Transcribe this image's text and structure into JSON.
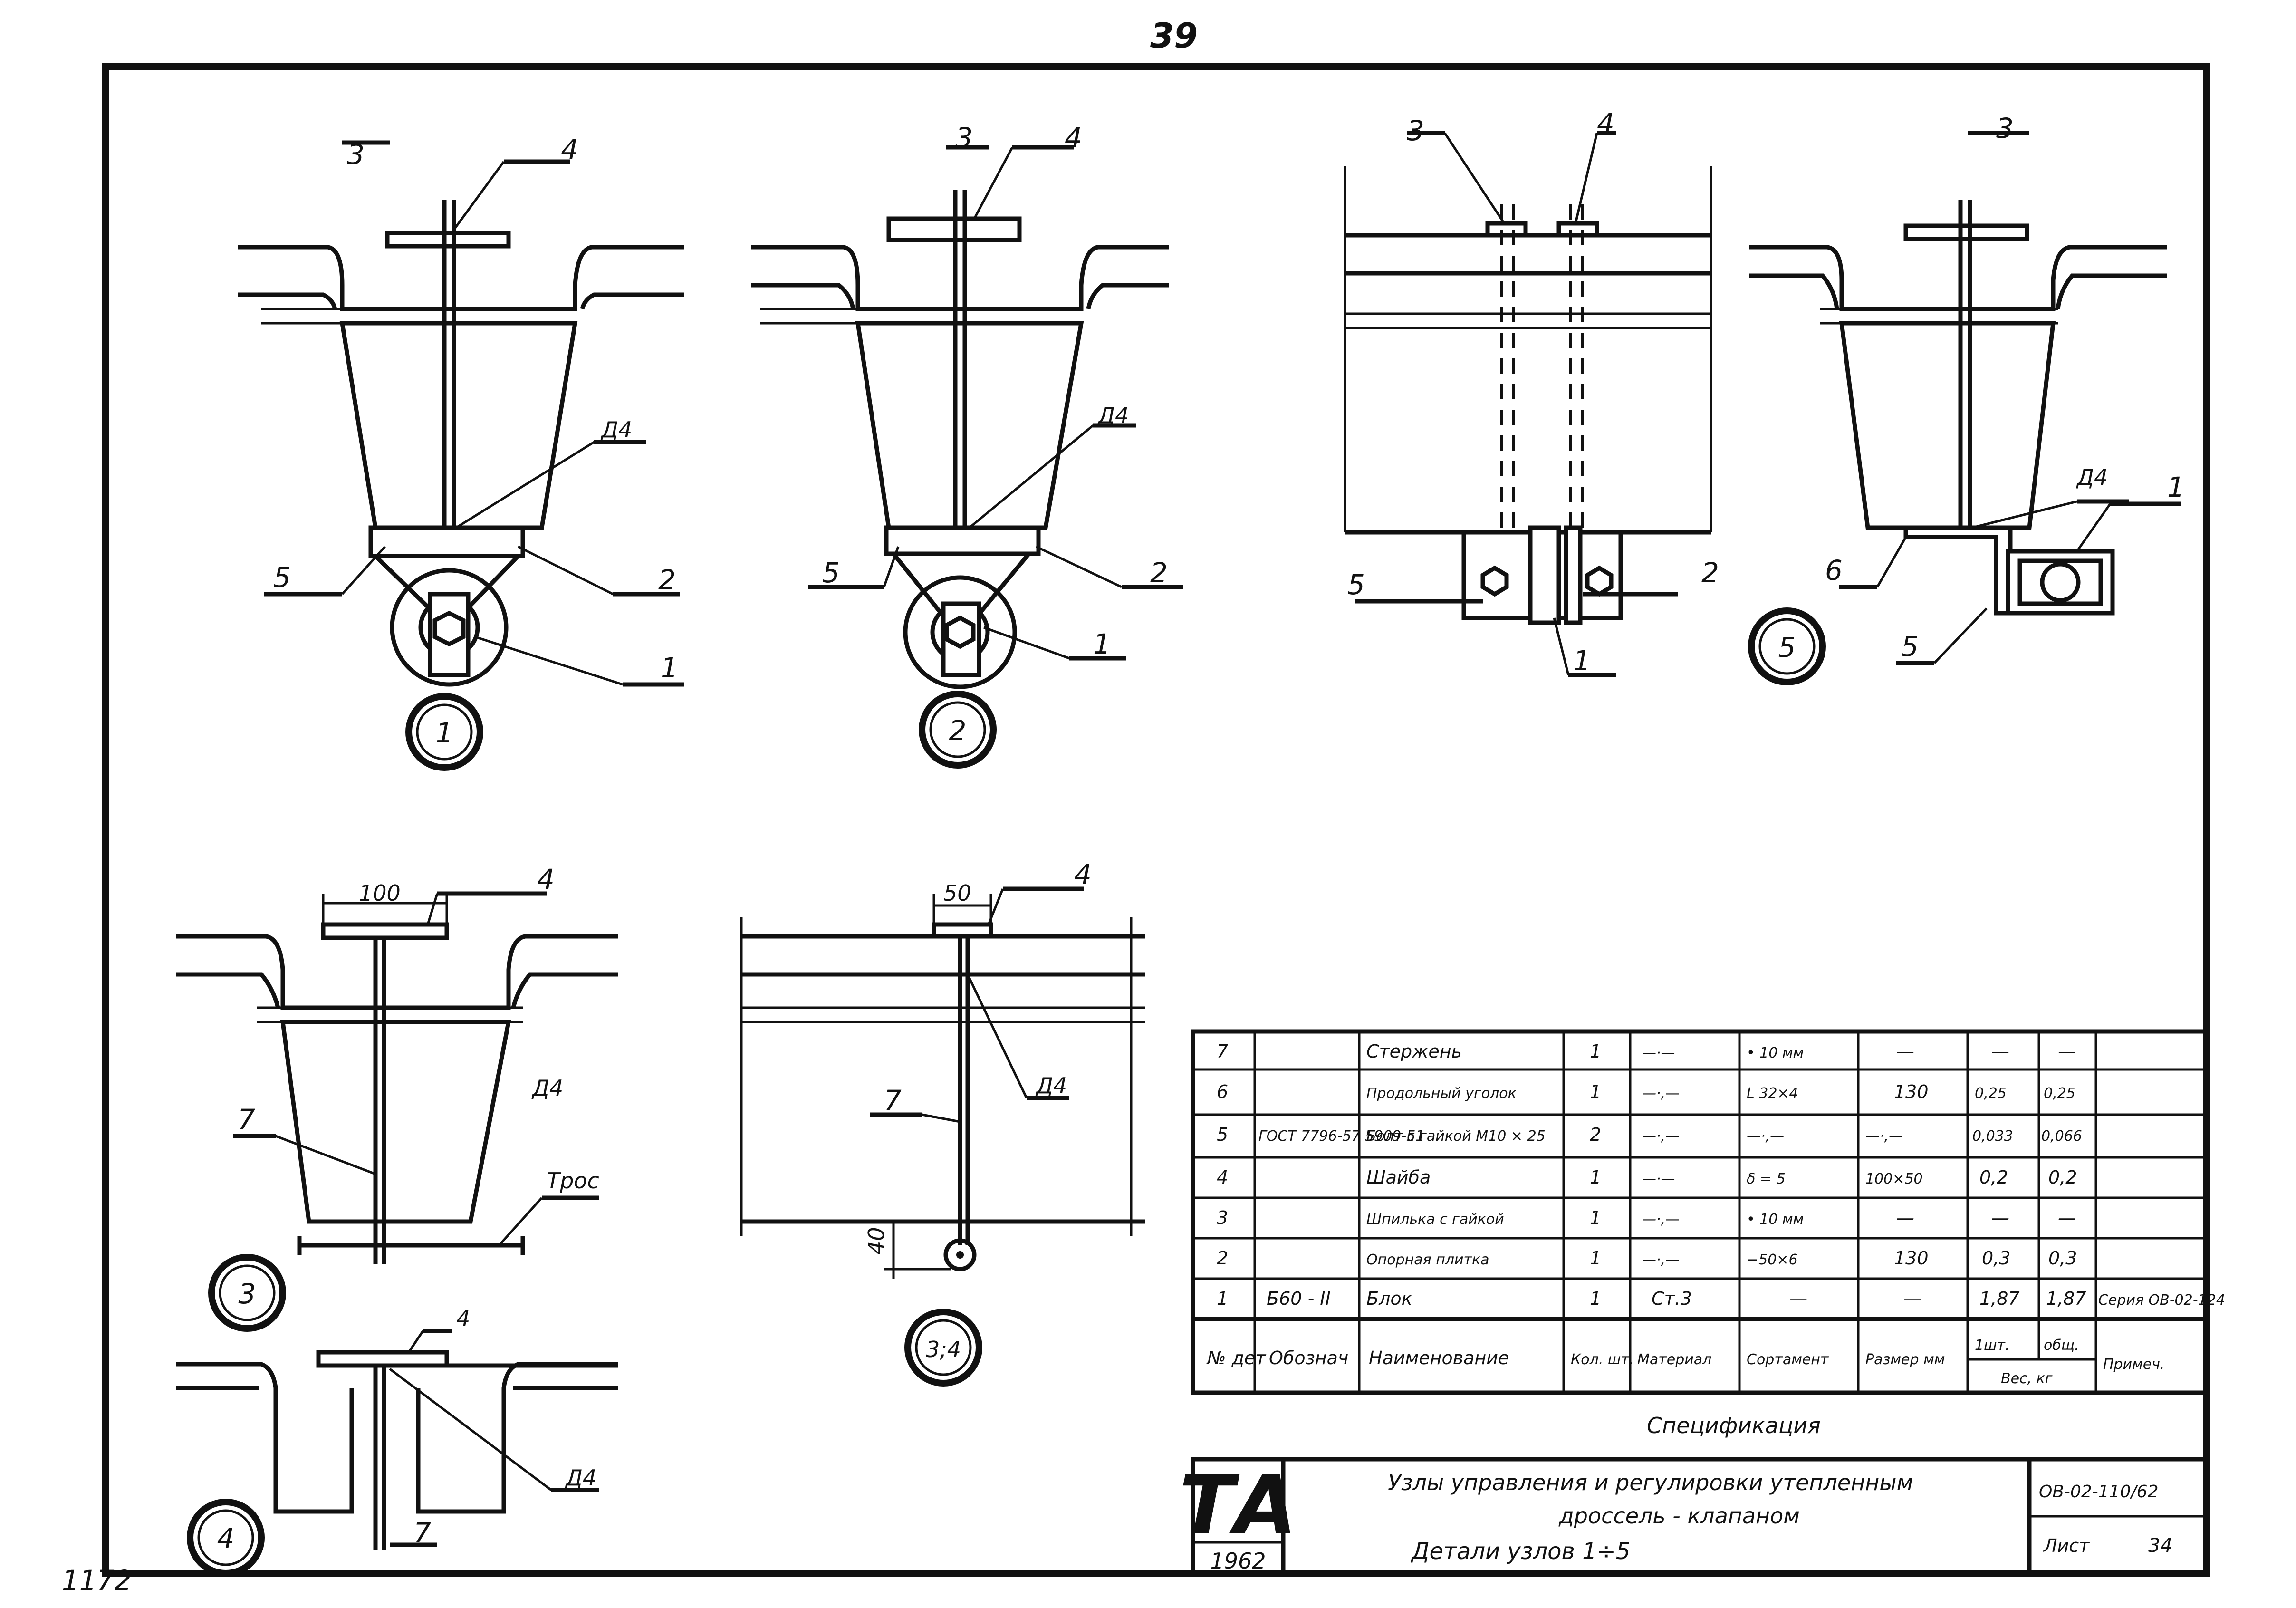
{
  "page_number": "39",
  "margin_note": "1172",
  "details": [
    {
      "circle": "1",
      "labels": [
        "3",
        "4",
        "Д4",
        "5",
        "2",
        "1"
      ]
    },
    {
      "circle": "2",
      "labels": [
        "3",
        "4",
        "Д4",
        "5",
        "2",
        "1"
      ]
    },
    {
      "circle": "5",
      "labels": [
        "3",
        "4",
        "3",
        "5",
        "2",
        "1",
        "Д4",
        "6",
        "5",
        "1"
      ]
    },
    {
      "circle": "3",
      "labels": [
        "4",
        "100",
        "Д4",
        "7",
        "Трос"
      ]
    },
    {
      "circle": "3;4",
      "labels": [
        "4",
        "50",
        "Д4",
        "7",
        "40"
      ]
    },
    {
      "circle": "4",
      "labels": [
        "4",
        "Д4",
        "7"
      ]
    }
  ],
  "spec": {
    "caption": "Спецификация",
    "headers": {
      "det": "№ дет",
      "oboznach": "Обознач",
      "naim": "Наименование",
      "kol": "Кол. шт.",
      "material": "Материал",
      "sortament": "Сортамент",
      "razmer": "Размер мм",
      "ves_sht": "1шт.",
      "ves_obsh": "общ.",
      "ves": "Вес, кг",
      "primech": "Примеч."
    },
    "rows": [
      {
        "det": "7",
        "oboznach": "",
        "naim": "Стержень",
        "kol": "1",
        "material": "—·—",
        "sortament": "• 10 мм",
        "razmer": "—",
        "ves1": "—",
        "ves2": "—",
        "prim": ""
      },
      {
        "det": "6",
        "oboznach": "",
        "naim": "Продольный уголок",
        "kol": "1",
        "material": "—·,—",
        "sortament": "L 32×4",
        "razmer": "130",
        "ves1": "0,25",
        "ves2": "0,25",
        "prim": ""
      },
      {
        "det": "5",
        "oboznach": "ГОСТ 7796-57 5909-51",
        "naim": "Болт с гайкой М10 × 25",
        "kol": "2",
        "material": "—·,—",
        "sortament": "—·,—",
        "razmer": "—·,—",
        "ves1": "0,033",
        "ves2": "0,066",
        "prim": ""
      },
      {
        "det": "4",
        "oboznach": "",
        "naim": "Шайба",
        "kol": "1",
        "material": "—·—",
        "sortament": "δ = 5",
        "razmer": "100×50",
        "ves1": "0,2",
        "ves2": "0,2",
        "prim": ""
      },
      {
        "det": "3",
        "oboznach": "",
        "naim": "Шпилька с гайкой",
        "kol": "1",
        "material": "—·,—",
        "sortament": "• 10 мм",
        "razmer": "—",
        "ves1": "—",
        "ves2": "—",
        "prim": ""
      },
      {
        "det": "2",
        "oboznach": "",
        "naim": "Опорная плитка",
        "kol": "1",
        "material": "—·,—",
        "sortament": "−50×6",
        "razmer": "130",
        "ves1": "0,3",
        "ves2": "0,3",
        "prim": ""
      },
      {
        "det": "1",
        "oboznach": "Б60 - II",
        "naim": "Блок",
        "kol": "1",
        "material": "Ст.3",
        "sortament": "—",
        "razmer": "—",
        "ves1": "1,87",
        "ves2": "1,87",
        "prim": "Серия ОВ-02-124"
      }
    ]
  },
  "title_block": {
    "logo": "ТА",
    "year": "1962",
    "title_line1": "Узлы управления и регулировки утепленным",
    "title_line2": "дроссель - клапаном",
    "title_line3": "Детали узлов 1÷5",
    "code": "ОВ-02-110/62",
    "sheet_label": "Лист",
    "sheet_number": "34"
  }
}
